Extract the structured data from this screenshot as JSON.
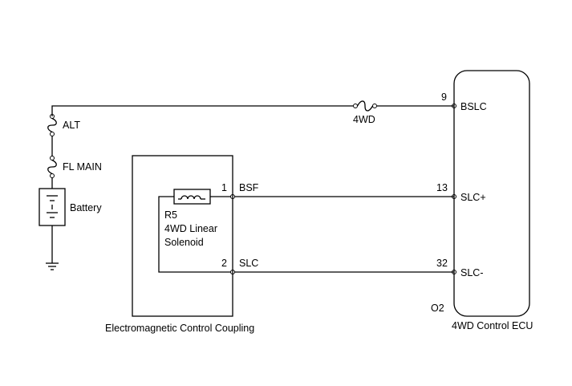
{
  "ecu": {
    "name": "4WD Control ECU",
    "connector": "O2",
    "pins": [
      {
        "number": "9",
        "name": "BSLC"
      },
      {
        "number": "13",
        "name": "SLC+"
      },
      {
        "number": "32",
        "name": "SLC-"
      }
    ]
  },
  "power": {
    "alt_fuse": "ALT",
    "fl_main_fuse": "FL MAIN",
    "battery": "Battery",
    "inline_fuse": "4WD"
  },
  "coupling": {
    "name": "Electromagnetic Control Coupling",
    "component_id": "R5",
    "component_line1": "4WD Linear",
    "component_line2": "Solenoid",
    "pins": [
      {
        "number": "1",
        "name": "BSF"
      },
      {
        "number": "2",
        "name": "SLC"
      }
    ]
  }
}
